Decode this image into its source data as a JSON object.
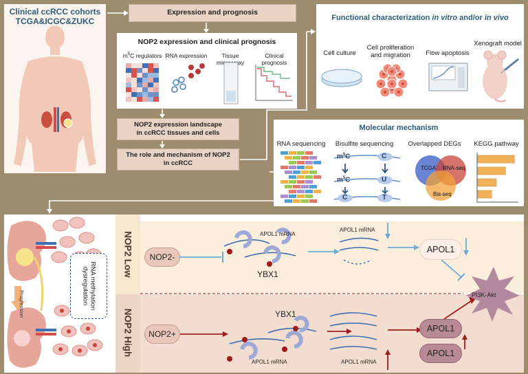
{
  "cohorts": {
    "line1": "Clinical ccRCC cohorts",
    "line2": "TCGA&ICGC&ZUKC"
  },
  "flow": {
    "expression_prognosis": "Expression and prognosis",
    "nop2_clinical": "NOP2 expression and clinical prognosis",
    "m5c_regulators_pre": "m",
    "m5c_regulators_sup": "5",
    "m5c_regulators_post": "C regulators",
    "rna_expression": "RNA expression",
    "tissue_microarray": "Tissue microarray",
    "clinical_prognosis": "Clinical prognosis",
    "landscape_line1": "NOP2 expression landscape",
    "landscape_line2": "in ccRCC tissues and cells",
    "role_line1": "The role and mechanism of NOP2",
    "role_line2": "in ccRCC"
  },
  "functional": {
    "title_a": "Functional characterization ",
    "title_b": "in vitro",
    "title_c": " and/or ",
    "title_d": "in vivo",
    "cell_culture": "Cell culture",
    "prolif_line1": "Cell proliferation",
    "prolif_line2": "and migration",
    "flow_apoptosis": "Flow apoptosis",
    "xenograft": "Xenograft model"
  },
  "molecular": {
    "title": "Molecular mechanism",
    "rna_seq": "RNA sequencing",
    "bisulfite": "Bisulfite sequencing",
    "overlapped": "Overlapped DEGs",
    "kegg": "KEGG pathway",
    "m5c_m": "m",
    "m5c_sup": "5",
    "m5c_c": "C",
    "c": "C",
    "u": "U",
    "t": "T",
    "venn_tcga": "TCGA",
    "venn_rnaseq": "RNA-seq",
    "venn_bisseq": "Bis-seq",
    "kegg_bars": [
      0.95,
      0.72,
      0.48,
      0.36
    ]
  },
  "mechanism": {
    "progression": "Progression",
    "dysreg_line1": "RNA methylation",
    "dysreg_line2": "dysregulation",
    "low_label": "NOP2 Low",
    "high_label": "NOP2 High",
    "nop2_minus": "NOP2-",
    "nop2_plus": "NOP2+",
    "apol1_mrna": "APOL1 mRNA",
    "ybx1": "YBX1",
    "apol1": "APOL1",
    "pi3k": "PI3K-Akt"
  },
  "colors": {
    "background": "#9d8c6d",
    "bar": "#e8d3c4",
    "low_band": "#f7e6d0",
    "high_band": "#eed6c6",
    "title_blue": "#2c5d7a"
  }
}
